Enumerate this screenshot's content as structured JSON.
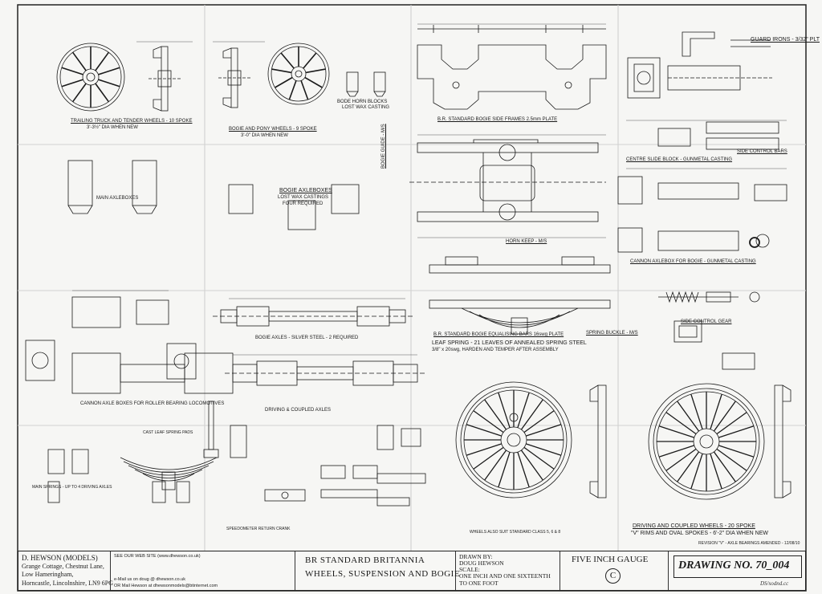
{
  "sheet_labels": {
    "trailing_wheels": "TRAILING TRUCK AND TENDER WHEELS - 10 SPOKE",
    "trailing_wheels_dia": "3'-3½\" DIA WHEN NEW",
    "bogie_wheels": "BOGIE AND PONY WHEELS - 9 SPOKE",
    "bogie_wheels_dia": "3'-0\" DIA WHEN NEW",
    "horn_blocks": "BODE HORN BLOCKS",
    "horn_blocks_sub": "LOST WAX CASTING",
    "side_frames": "B.R. STANDARD BOGIE SIDE FRAMES  2.5mm PLATE",
    "guard_irons": "GUARD IRONS - 3/32\" PLT",
    "bogie_guide": "BOGIE GUIDE - M/S",
    "centre_slide_block": "CENTRE SLIDE BLOCK - GUNMETAL CASTING",
    "side_control_bars": "SIDE CONTROL BARS",
    "bogie_axleboxes": "BOGIE AXLEBOXES",
    "bogie_axleboxes_sub": "LOST WAX CASTINGS",
    "bogie_axleboxes_req": "FOUR REQUIRED",
    "horn_keep": "HORN KEEP - M/S",
    "cannon_axlebox": "CANNON AXLEBOX FOR BOGIE - GUNMETAL CASTING",
    "side_control_gear": "SIDE CONTROL GEAR",
    "equalising_bars": "B.R. STANDARD BOGIE EQUALISING BARS  16swg PLATE",
    "leaf_spring": "LEAF SPRING - 21 LEAVES OF ANNEALED SPRING STEEL",
    "leaf_spring_sub": "3/8\" x 20swg, HARDEN AND TEMPER AFTER ASSEMBLY",
    "spring_buckle": "SPRING BUCKLE - M/S",
    "bogie_axles": "BOGIE AXLES - SILVER STEEL - 2 REQUIRED",
    "driving_axles": "DRIVING & COUPLED AXLES",
    "main_axleboxes": "MAIN AXLEBOXES",
    "cannon_axle_boxes": "CANNON AXLE BOXES FOR ROLLER BEARING LOCOMOTIVES",
    "driving_wheels": "DRIVING AND COUPLED WHEELS - 20 SPOKE",
    "driving_wheels_sub": "\"V\" RIMS AND OVAL SPOKES - 6'-2\" DIA WHEN NEW",
    "revision": "REVISION \"V\" - AXLE BEARINGS AMENDED - 12/08/10",
    "speedometer": "SPEEDOMETER RETURN CRANK",
    "cast_leaf_spring": "CAST LEAF SPRING PADS",
    "main_springs": "MAIN SPRINGS - UP TO 4 DRIVING AXLES",
    "bogie_wheels_note": "WHEELS ALSO SUIT STANDARD CLASS 5, 6 & 8",
    "horn_block_note": "HORN KEEP"
  },
  "title_block": {
    "company": "D. HEWSON (MODELS)",
    "address_1": "Grange Cottage, Chestnut Lane,",
    "address_2": "Low Hameringham,",
    "address_3": "Horncastle, Lincolnshire, LN9 6PG",
    "website": "SEE OUR WEB SITE (www.dhewson.co.uk)",
    "email_1": "e-Mail us on doug @ dhewson.co.uk",
    "email_2": "OR Mail Hewson at dhewsonmodels@btinternet.com",
    "title_line1": "BR STANDARD BRITANNIA",
    "title_line2": "WHEELS, SUSPENSION AND BOGIE",
    "drawn_by_label": "DRAWN BY:",
    "drawn_by": "DOUG HEWSON",
    "scale_label": "SCALE:",
    "scale_1": "ONE INCH AND ONE SIXTEENTH",
    "scale_2": "TO ONE FOOT",
    "gauge": "FIVE INCH GAUGE",
    "copyright": "C",
    "drawing_no": "DRAWING NO. 70_004",
    "handwritten": "DS/sodnd.cc"
  },
  "colors": {
    "ink": "#1a1a1a",
    "paper": "#f6f6f4"
  }
}
